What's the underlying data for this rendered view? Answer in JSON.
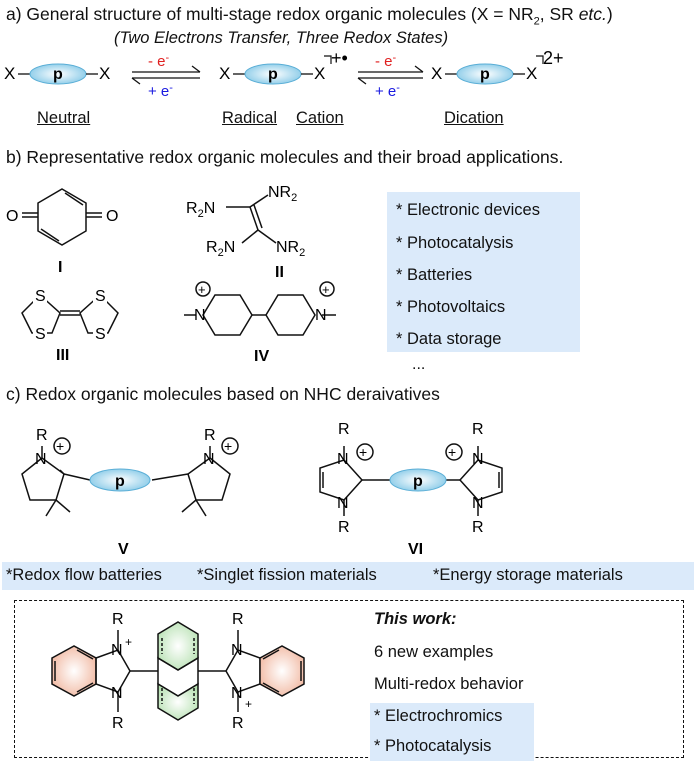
{
  "section_a": {
    "title_pre": "a) General structure of multi-stage redox organic molecules (X = NR",
    "title_sub": "2",
    "title_mid": ", SR ",
    "title_etc": "etc.",
    "title_close": ")",
    "subtitle": "(Two Electrons Transfer, Three Redox States)",
    "p_label": "p",
    "x_label": "X",
    "minus_e": "- e",
    "plus_e": "+ e",
    "e_sup": "-",
    "radical_charge": "+•",
    "dication_charge": "2+",
    "states": [
      "Neutral",
      "Radical",
      "Cation",
      "Dication"
    ]
  },
  "section_b": {
    "title": "b) Representative redox organic molecules and their broad applications.",
    "roman": [
      "I",
      "II",
      "III",
      "IV"
    ],
    "applications": [
      "* Electronic devices",
      "* Photocatalysis",
      "* Batteries",
      "* Photovoltaics",
      "* Data storage"
    ],
    "more": "..."
  },
  "section_c": {
    "title": "c) Redox organic molecules based on NHC deraivatives",
    "roman": [
      "V",
      "VI"
    ],
    "uses": [
      "*Redox flow batteries",
      "*Singlet fission materials",
      "*Energy storage materials"
    ]
  },
  "this_work": {
    "title": "This work:",
    "lines": [
      "6 new examples",
      "Multi-redox behavior"
    ],
    "highlights": [
      "* Electrochromics",
      "* Photocatalysis"
    ]
  },
  "colors": {
    "oval": "#7fc6e6",
    "highlight": "#dbeafa",
    "red": "#e02020",
    "blue": "#1a1ae0",
    "benz": "#f4c3b0",
    "anth": "#c4e7c0"
  }
}
